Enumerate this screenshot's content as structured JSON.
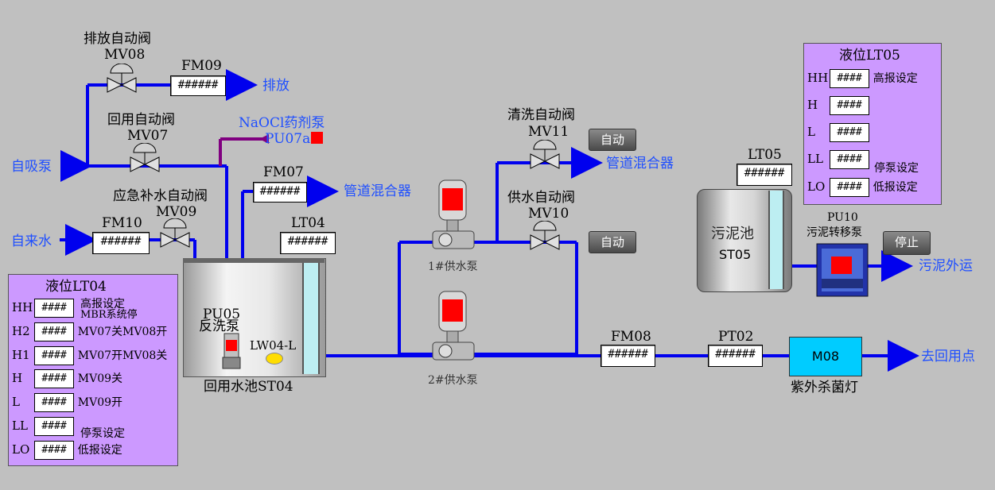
{
  "valves": {
    "mv08": {
      "title": "排放自动阀",
      "tag": "MV08"
    },
    "mv07": {
      "title": "回用自动阀",
      "tag": "MV07"
    },
    "mv09": {
      "title": "应急补水自动阀",
      "tag": "MV09"
    },
    "mv11": {
      "title": "清洗自动阀",
      "tag": "MV11"
    },
    "mv10": {
      "title": "供水自动阀",
      "tag": "MV10"
    }
  },
  "flowmeters": {
    "fm09": {
      "tag": "FM09",
      "value": "######"
    },
    "fm07": {
      "tag": "FM07",
      "value": "######"
    },
    "fm10": {
      "tag": "FM10",
      "value": "######"
    },
    "fm08": {
      "tag": "FM08",
      "value": "######"
    }
  },
  "sensors": {
    "lt04": {
      "tag": "LT04",
      "value": "######"
    },
    "lt05": {
      "tag": "LT05",
      "value": "######"
    },
    "pt02": {
      "tag": "PT02",
      "value": "######"
    }
  },
  "destinations": {
    "drain": "排放",
    "mixer1": "管道混合器",
    "mixer2": "管道混合器",
    "sludge_out": "污泥外运",
    "reuse_point": "去回用点"
  },
  "sources": {
    "self_prime": "自吸泵",
    "tap_water": "自来水"
  },
  "dosing": {
    "title": "NaOCl药剂泵",
    "tag": "PU07a"
  },
  "tank_st04": {
    "name": "回用水池ST04",
    "pump_tag": "PU05",
    "pump_name": "反洗泵",
    "level_switch": "LW04-L"
  },
  "tank_st05": {
    "name": "污泥池",
    "tag": "ST05"
  },
  "pumps": {
    "p1": "1#供水泵",
    "p2": "2#供水泵",
    "pu10_tag": "PU10",
    "pu10_name": "污泥转移泵"
  },
  "uv": {
    "tag": "M08",
    "name": "紫外杀菌灯"
  },
  "buttons": {
    "auto1": "自动",
    "auto2": "自动",
    "stop": "停止"
  },
  "panel_lt04": {
    "title": "液位LT04",
    "rows": [
      {
        "code": "HH",
        "value": "####",
        "desc": "高报设定",
        "desc2": "MBR系统停"
      },
      {
        "code": "H2",
        "value": "####",
        "desc": "MV07关MV08开"
      },
      {
        "code": "H1",
        "value": "####",
        "desc": "MV07开MV08关"
      },
      {
        "code": "H",
        "value": "####",
        "desc": "MV09关"
      },
      {
        "code": "L",
        "value": "####",
        "desc": "MV09开"
      },
      {
        "code": "LL",
        "value": "####",
        "desc": "停泵设定"
      },
      {
        "code": "LO",
        "value": "####",
        "desc": "低报设定"
      }
    ]
  },
  "panel_lt05": {
    "title": "液位LT05",
    "rows": [
      {
        "code": "HH",
        "value": "####",
        "desc": "高报设定"
      },
      {
        "code": "H",
        "value": "####",
        "desc": ""
      },
      {
        "code": "L",
        "value": "####",
        "desc": ""
      },
      {
        "code": "LL",
        "value": "####",
        "desc": "停泵设定"
      },
      {
        "code": "LO",
        "value": "####",
        "desc": "低报设定"
      }
    ]
  },
  "colors": {
    "pipe": "#0000ee",
    "dosing_pipe": "#800080",
    "panel": "#cc99ff",
    "uv": "#00ccff",
    "alarm": "#ff0000"
  }
}
